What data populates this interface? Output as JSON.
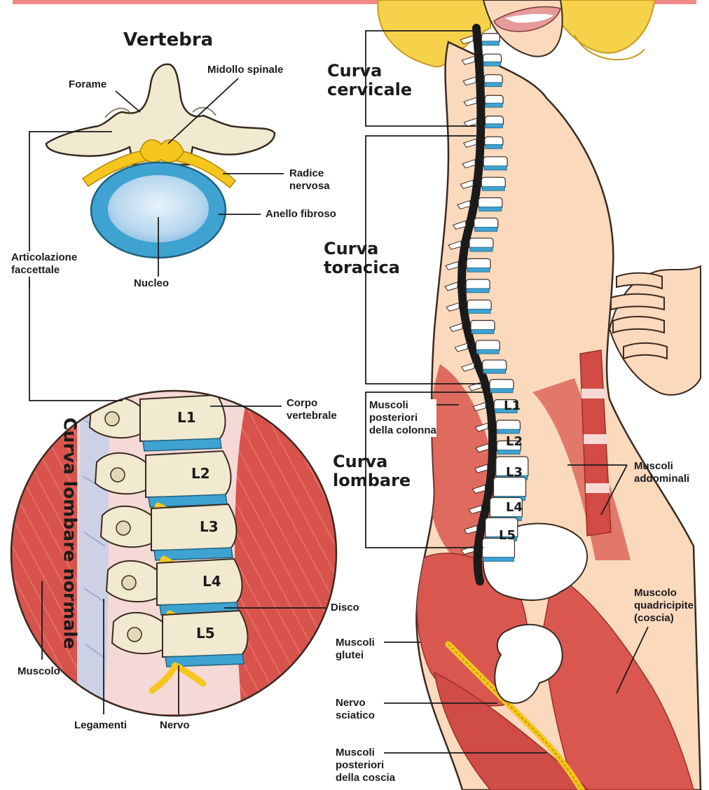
{
  "title": "Vertebra",
  "curves": {
    "cervical": "Curva\ncervicale",
    "thoracic": "Curva\ntoracica",
    "lumbar": "Curva\nlombare",
    "circle": "Curva lombare normale"
  },
  "labels": {
    "forame": "Forame",
    "midollo": "Midollo spinale",
    "radice": "Radice\nnervosa",
    "anello": "Anello fibroso",
    "nucleo": "Nucleo",
    "articolazione": "Articolazione\nfaccettale",
    "corpo": "Corpo\nvertebrale",
    "disco": "Disco",
    "muscolo": "Muscolo",
    "legamenti": "Legamenti",
    "nervo": "Nervo",
    "muscoli_posteriori_colonna": "Muscoli\nposteriori\ndella colonna",
    "muscoli_addominali": "Muscoli\naddominali",
    "muscolo_quadricipite": "Muscolo\nquadricipite\n(coscia)",
    "muscoli_glutei": "Muscoli\nglutei",
    "nervo_sciatico": "Nervo\nsciatico",
    "muscoli_posteriori_coscia": "Muscoli\nposteriori\ndella coscia"
  },
  "vertebrae_circle": [
    "L1",
    "L2",
    "L3",
    "L4",
    "L5"
  ],
  "vertebrae_body": [
    "L1",
    "L2",
    "L3",
    "L4",
    "L5"
  ],
  "colors": {
    "accent_bar": "#f08a87",
    "bone": "#f1ead0",
    "disc_blue": "#3ea3d1",
    "nerve_yellow": "#f5c61e",
    "muscle_red": "#d9574f",
    "skin": "#fad9bd",
    "hair": "#f6d24a"
  }
}
